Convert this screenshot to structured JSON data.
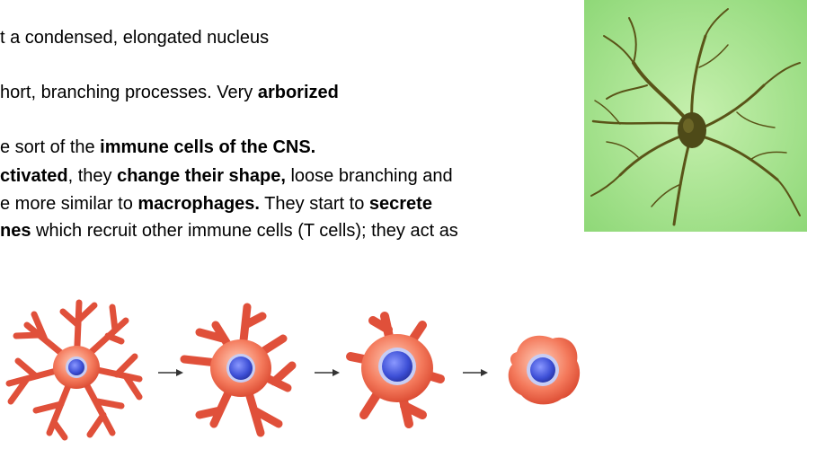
{
  "text": {
    "line1": [
      {
        "t": "t a condensed, elongated nucleus",
        "b": false
      }
    ],
    "line2": [
      {
        "t": "hort, branching processes. Very ",
        "b": false
      },
      {
        "t": "arborized",
        "b": true
      }
    ],
    "line3": [
      {
        "t": "e sort of the ",
        "b": false
      },
      {
        "t": "immune cells of the CNS.",
        "b": true
      }
    ],
    "line4": [
      {
        "t": "ctivated",
        "b": true
      },
      {
        "t": ", they ",
        "b": false
      },
      {
        "t": "change their shape,",
        "b": true
      },
      {
        "t": " loose branching and",
        "b": false
      }
    ],
    "line5": [
      {
        "t": "e more similar to ",
        "b": false
      },
      {
        "t": "macrophages.",
        "b": true
      },
      {
        "t": " They start to ",
        "b": false
      },
      {
        "t": "secrete",
        "b": true
      }
    ],
    "line6": [
      {
        "t": "nes",
        "b": true
      },
      {
        "t": " which recruit other immune cells (T cells); they act as",
        "b": false
      }
    ]
  },
  "colors": {
    "cell_body": "#f06a50",
    "cell_edge": "#d8442c",
    "nucleus": "#3d4fd6",
    "nucleus_ring": "#c7cdf5",
    "photo_bg": "#a4e08a",
    "photo_cell": "#4e4a18",
    "arrow": "#333333"
  }
}
